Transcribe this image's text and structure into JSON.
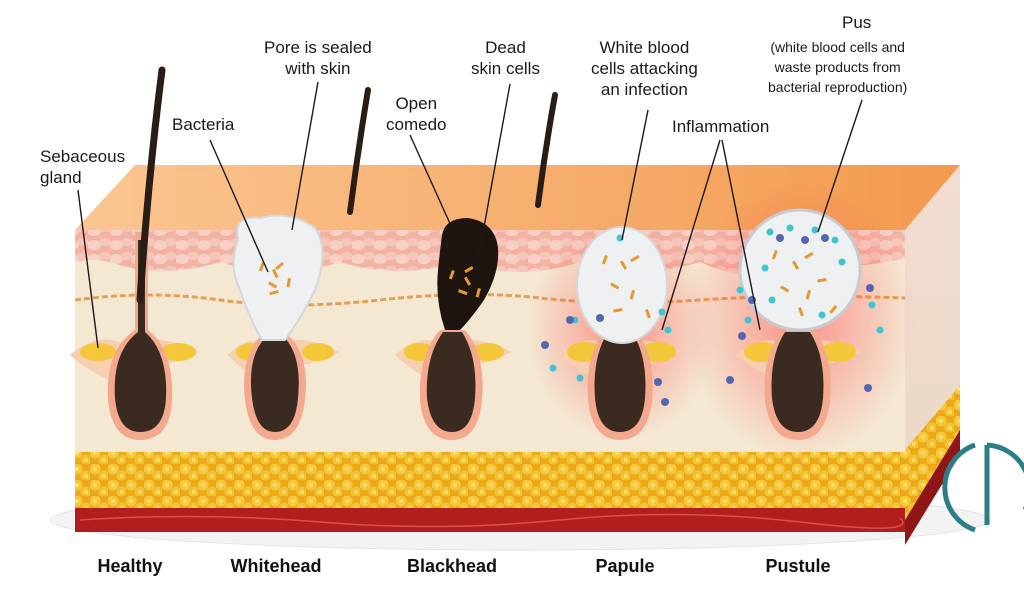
{
  "callouts": {
    "sebaceous": "Sebaceous\ngland",
    "bacteria": "Bacteria",
    "pore_sealed": "Pore is sealed\nwith skin",
    "open_comedo": "Open\ncomedo",
    "dead_skin": "Dead\nskin cells",
    "wbc": "White blood\ncells attacking\nan infection",
    "inflammation": "Inflammation",
    "pus_title": "Pus",
    "pus_detail": "(white blood cells and\nwaste products from\nbacterial reproduction)"
  },
  "stages": [
    "Healthy",
    "Whitehead",
    "Blackhead",
    "Papule",
    "Pustule"
  ],
  "colors": {
    "top_skin": "#f6a765",
    "epidermis": "#f6c9bd",
    "dermis": "#f3e6d0",
    "fat": "#f6c12e",
    "muscle": "#b01e1e",
    "follicle": "#3a2a20",
    "pus": "#eef0f2",
    "inflammation": "#f25a5a",
    "logo": "#2a7f86"
  }
}
